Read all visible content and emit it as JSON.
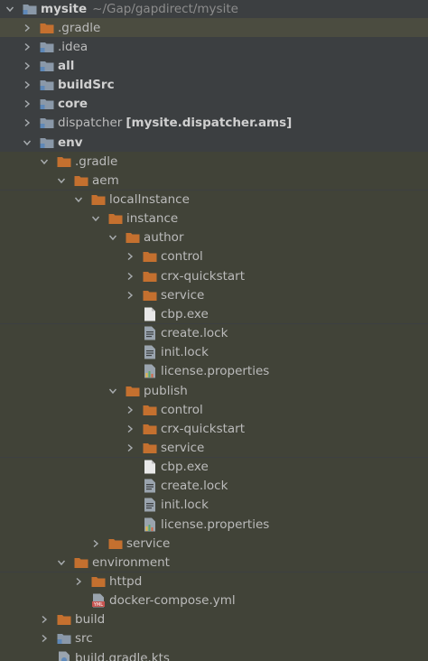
{
  "colors": {
    "background": "#3c3f41",
    "folder_orange": "#c4702f",
    "module_folder": "#8a98a8",
    "text": "#bbbbbb"
  },
  "tree": [
    {
      "label": "mysite",
      "hint": "~/Gap/gapdirect/mysite",
      "icon": "module-folder-icon",
      "expanded": true,
      "bold": true,
      "depth": 0
    },
    {
      "label": ".gradle",
      "icon": "folder-icon",
      "expanded": false,
      "depth": 1,
      "selected": true
    },
    {
      "label": ".idea",
      "icon": "module-folder-icon",
      "expanded": false,
      "depth": 1
    },
    {
      "label": "all",
      "icon": "module-folder-icon",
      "expanded": false,
      "bold": true,
      "depth": 1
    },
    {
      "label": "buildSrc",
      "icon": "module-folder-icon",
      "expanded": false,
      "bold": true,
      "depth": 1
    },
    {
      "label": "core",
      "icon": "module-folder-icon",
      "expanded": false,
      "bold": true,
      "depth": 1
    },
    {
      "label": "dispatcher",
      "suffix": "[mysite.dispatcher.ams]",
      "icon": "module-folder-icon",
      "expanded": false,
      "depth": 1
    },
    {
      "label": "env",
      "icon": "module-folder-icon",
      "expanded": true,
      "bold": true,
      "depth": 1
    },
    {
      "label": ".gradle",
      "icon": "folder-icon",
      "expanded": true,
      "depth": 2
    },
    {
      "label": "aem",
      "icon": "folder-icon",
      "expanded": true,
      "depth": 3
    },
    {
      "label": "localInstance",
      "icon": "folder-icon",
      "expanded": true,
      "depth": 4
    },
    {
      "label": "instance",
      "icon": "folder-icon",
      "expanded": true,
      "depth": 5
    },
    {
      "label": "author",
      "icon": "folder-icon",
      "expanded": true,
      "depth": 6
    },
    {
      "label": "control",
      "icon": "folder-icon",
      "expanded": false,
      "depth": 7
    },
    {
      "label": "crx-quickstart",
      "icon": "folder-icon",
      "expanded": false,
      "depth": 7
    },
    {
      "label": "service",
      "icon": "folder-icon",
      "expanded": false,
      "depth": 7
    },
    {
      "label": "cbp.exe",
      "icon": "file-icon",
      "depth": 7
    },
    {
      "label": "create.lock",
      "icon": "text-file-icon",
      "depth": 7
    },
    {
      "label": "init.lock",
      "icon": "text-file-icon",
      "depth": 7
    },
    {
      "label": "license.properties",
      "icon": "properties-file-icon",
      "depth": 7
    },
    {
      "label": "publish",
      "icon": "folder-icon",
      "expanded": true,
      "depth": 6
    },
    {
      "label": "control",
      "icon": "folder-icon",
      "expanded": false,
      "depth": 7
    },
    {
      "label": "crx-quickstart",
      "icon": "folder-icon",
      "expanded": false,
      "depth": 7
    },
    {
      "label": "service",
      "icon": "folder-icon",
      "expanded": false,
      "depth": 7
    },
    {
      "label": "cbp.exe",
      "icon": "file-icon",
      "depth": 7
    },
    {
      "label": "create.lock",
      "icon": "text-file-icon",
      "depth": 7
    },
    {
      "label": "init.lock",
      "icon": "text-file-icon",
      "depth": 7
    },
    {
      "label": "license.properties",
      "icon": "properties-file-icon",
      "depth": 7
    },
    {
      "label": "service",
      "icon": "folder-icon",
      "expanded": false,
      "depth": 5
    },
    {
      "label": "environment",
      "icon": "folder-icon",
      "expanded": true,
      "depth": 3
    },
    {
      "label": "httpd",
      "icon": "folder-icon",
      "expanded": false,
      "depth": 4
    },
    {
      "label": "docker-compose.yml",
      "icon": "yml-file-icon",
      "depth": 4
    },
    {
      "label": "build",
      "icon": "folder-icon",
      "expanded": false,
      "depth": 2
    },
    {
      "label": "src",
      "icon": "module-folder-icon",
      "expanded": false,
      "depth": 2
    },
    {
      "label": "build.gradle.kts",
      "icon": "gradle-file-icon",
      "depth": 2
    }
  ]
}
